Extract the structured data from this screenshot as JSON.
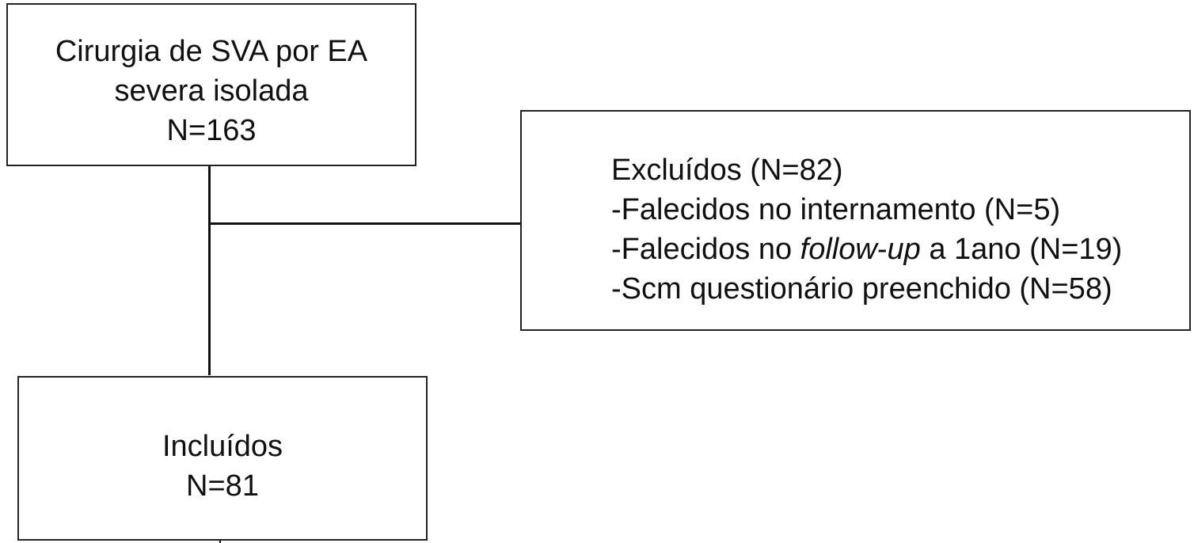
{
  "top_box": {
    "line1": "Cirurgia de SVA por EA",
    "line2": "severa isolada",
    "line3": "N=163"
  },
  "excluded_box": {
    "title": "Excluídos (N=82)",
    "item1": "-Falecidos no internamento (N=5)",
    "item2_prefix": "-Falecidos no ",
    "item2_italic": "follow",
    "item2_dash": "-",
    "item2_italic2": "up",
    "item2_suffix": " a 1ano (N=19)",
    "item3": "-Scm questionário preenchido (N=58)"
  },
  "included_box": {
    "line1": "Incluídos",
    "line2": "N=81"
  }
}
